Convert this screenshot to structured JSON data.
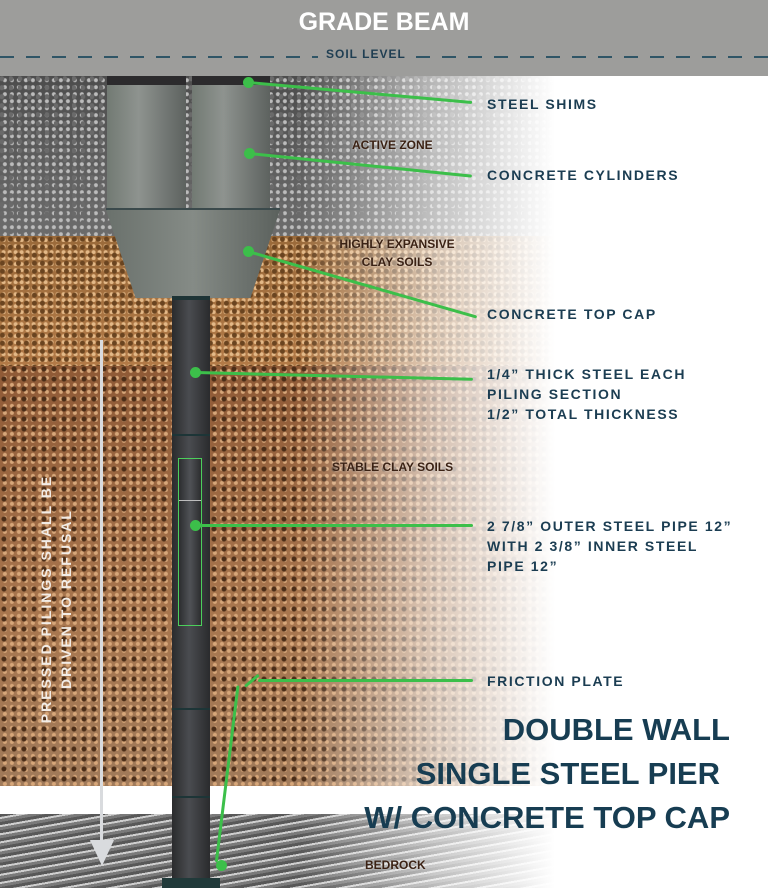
{
  "header": {
    "grade_beam": "GRADE BEAM",
    "soil_level": "SOIL LEVEL"
  },
  "soil_labels": {
    "active_zone": "ACTIVE ZONE",
    "expansive_line1": "HIGHLY EXPANSIVE",
    "expansive_line2": "CLAY SOILS",
    "stable": "STABLE CLAY SOILS",
    "bedrock": "BEDROCK"
  },
  "arrow_note": {
    "line1": "PRESSED PILINGS SHALL BE",
    "line2": "DRIVEN TO REFUSAL"
  },
  "callouts": [
    {
      "lines": [
        "STEEL SHIMS"
      ]
    },
    {
      "lines": [
        "CONCRETE CYLINDERS"
      ]
    },
    {
      "lines": [
        "CONCRETE TOP CAP"
      ]
    },
    {
      "lines": [
        "1/4” THICK STEEL EACH",
        "PILING SECTION",
        "1/2” TOTAL THICKNESS"
      ]
    },
    {
      "lines": [
        "2 7/8” OUTER STEEL PIPE 12”",
        "WITH 2 3/8” INNER STEEL",
        "PIPE 12”"
      ]
    },
    {
      "lines": [
        "FRICTION PLATE"
      ]
    }
  ],
  "title": {
    "line1": "DOUBLE WALL",
    "line2": "SINGLE STEEL PIER",
    "line3": "W/ CONCRETE TOP CAP"
  },
  "colors": {
    "leader_green": "#3cbf4a",
    "label_navy": "#1b3d52",
    "header_gray": "#9d9d9b"
  }
}
